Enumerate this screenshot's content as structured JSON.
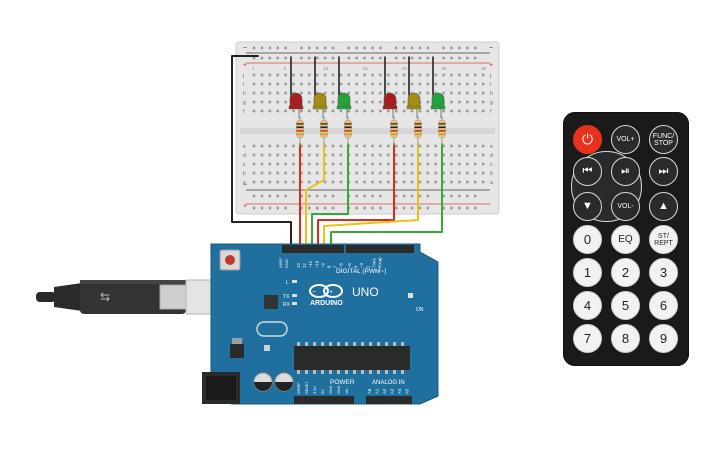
{
  "breadboard": {
    "row_letters_top": [
      "j",
      "i",
      "h",
      "g",
      "f"
    ],
    "row_letters_bottom": [
      "e",
      "d",
      "c",
      "b",
      "a"
    ],
    "column_numbers": [
      "1",
      "5",
      "10",
      "15",
      "20",
      "25",
      "30"
    ],
    "rail_minus": "−",
    "rail_plus": "+"
  },
  "leds": [
    {
      "color": "#a81d1d"
    },
    {
      "color": "#a38e12"
    },
    {
      "color": "#23a33a"
    },
    {
      "color": "#a81d1d"
    },
    {
      "color": "#a38e12"
    },
    {
      "color": "#23a33a"
    }
  ],
  "arduino": {
    "brand": "ARDUINO",
    "model": "UNO",
    "digital_label": "DIGITAL (PWM~)",
    "power_label": "POWER",
    "analog_label": "ANALOG IN",
    "led_labels": [
      "L",
      "TX",
      "RX"
    ],
    "on_label": "ON",
    "aref": "AREF",
    "gnd": "GND",
    "digital_pins": [
      "13",
      "12",
      "~11",
      "~10",
      "~9",
      "8",
      "7",
      "~6",
      "~5",
      "4",
      "~3",
      "2",
      "TX▸1",
      "RX◂0"
    ],
    "power_pins": [
      "IOREF",
      "RESET",
      "3.3V",
      "5V",
      "GND",
      "GND",
      "Vin"
    ],
    "analog_pins": [
      "A0",
      "A1",
      "A2",
      "A3",
      "A4",
      "A5"
    ]
  },
  "remote": {
    "buttons": {
      "power": "⏻",
      "vol_up": "VOL+",
      "func_stop": "FUNC/ STOP",
      "prev": "⏮",
      "play_pause": "⏯",
      "next": "⏭",
      "down": "▼",
      "vol_down": "VOL-",
      "up": "▲",
      "zero": "0",
      "eq": "EQ",
      "st_rept": "ST/ REPT",
      "n1": "1",
      "n2": "2",
      "n3": "3",
      "n4": "4",
      "n5": "5",
      "n6": "6",
      "n7": "7",
      "n8": "8",
      "n9": "9"
    }
  },
  "wire_colors": {
    "red": "#d62b1e",
    "yellow": "#e8c21a",
    "green": "#3aa836",
    "black": "#222222"
  }
}
